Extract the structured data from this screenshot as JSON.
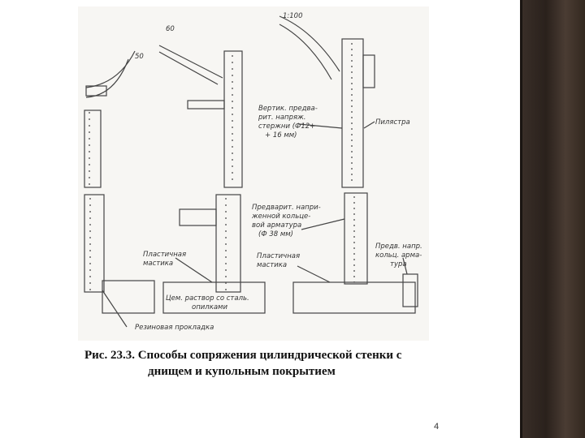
{
  "figure": {
    "labels": {
      "angle_50": "50",
      "angle_60": "60",
      "angle_100": "1:100",
      "vert_rods_1": "Вертик. предва-",
      "vert_rods_2": "рит. напряж.",
      "vert_rods_3": "стержни (Ф12+",
      "vert_rods_4": "+ 16 мм)",
      "pilaster": "Пилястра",
      "ring_1": "Предварит. напри-",
      "ring_2": "женной кольце-",
      "ring_3": "вой арматура",
      "ring_4": "(Ф 38 мм)",
      "plastic_left_1": "Пластичная",
      "plastic_left_2": "мастика",
      "plastic_right_1": "Пластичная",
      "plastic_right_2": "мастика",
      "precast_1": "Предв. напр.",
      "precast_2": "кольц. арма-",
      "precast_3": "тура",
      "cement_1": "Цем. раствор со сталь.",
      "cement_2": "опилками",
      "rubber": "Резиновая прокладка"
    }
  },
  "caption": {
    "line1": "Рис. 23.3. Способы сопряжения цилиндрической стенки с",
    "line2": "днищем и купольным покрытием"
  },
  "page_number": "4",
  "colors": {
    "strip": "#2f251f",
    "ink": "#333333"
  }
}
